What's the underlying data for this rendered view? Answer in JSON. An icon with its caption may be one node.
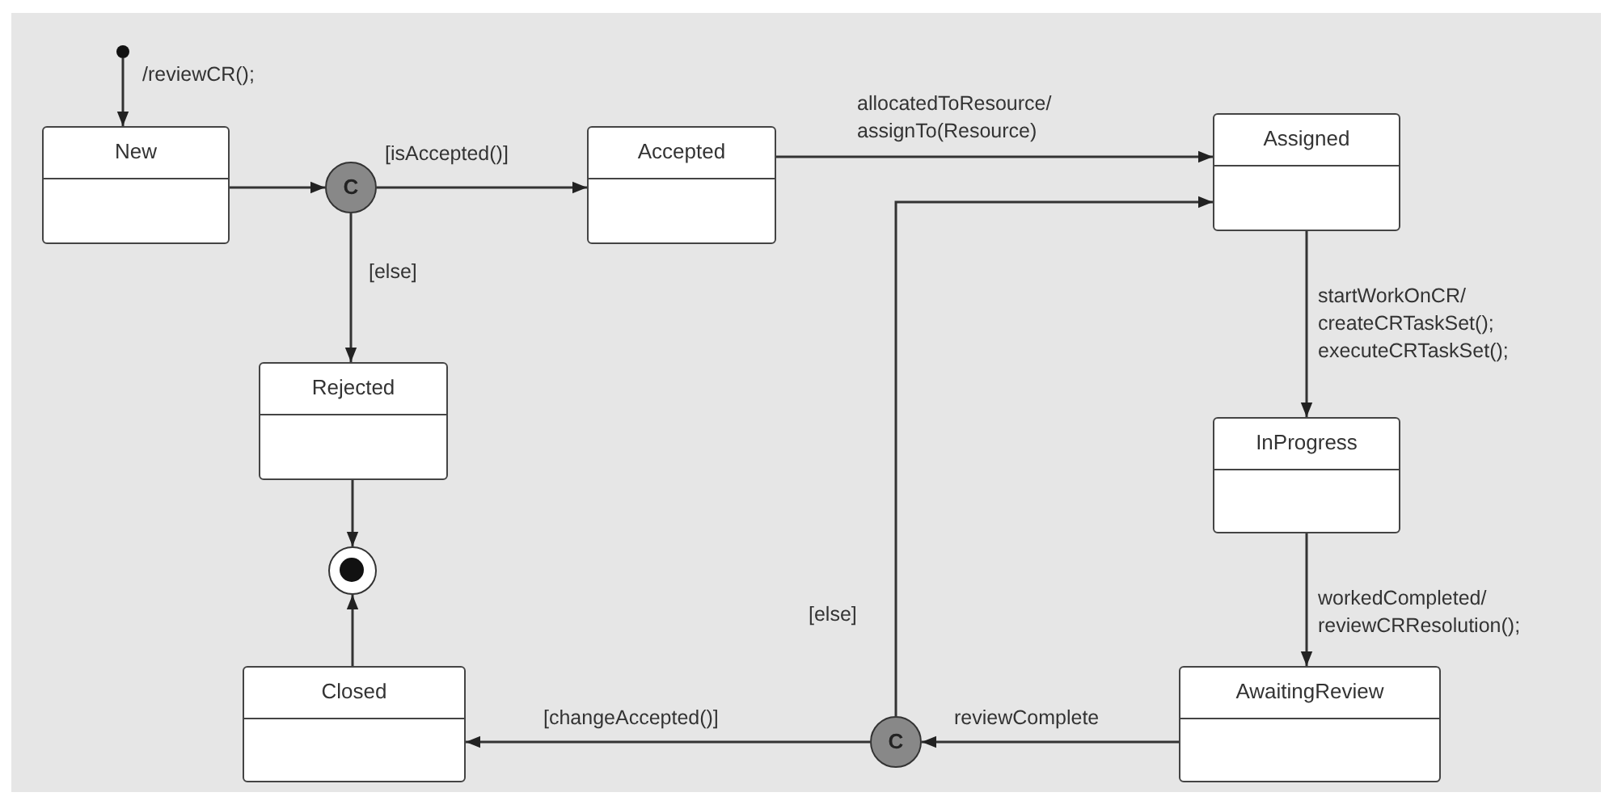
{
  "diagram": {
    "nodes": [
      {
        "text": [],
        "shape": "circle"
      },
      {
        "text": [
          "New"
        ]
      },
      {
        "text": [
          "C"
        ]
      },
      {
        "text": [
          "Accepted"
        ]
      },
      {
        "text": [
          "Assigned"
        ]
      },
      {
        "text": [
          "Rejected"
        ]
      },
      {
        "text": [
          "InProgress"
        ]
      },
      {
        "text": [],
        "shape": "circle"
      },
      {
        "text": [
          "Closed"
        ]
      },
      {
        "text": [
          "C"
        ]
      },
      {
        "text": [
          "AwaitingReview"
        ]
      }
    ],
    "edges": [
      {
        "from": 0,
        "to": 1,
        "arrow": "to",
        "label": "/reviewCR();"
      },
      {
        "from": 1,
        "to": 2,
        "arrow": "to"
      },
      {
        "from": 2,
        "to": 3,
        "arrow": "to",
        "label": "[isAccepted()]"
      },
      {
        "from": 2,
        "to": 5,
        "arrow": "to",
        "label": "[else]"
      },
      {
        "from": 3,
        "to": 4,
        "arrow": "to",
        "label": "allocatedToResource/ assignTo(Resource)"
      },
      {
        "from": 4,
        "to": 6,
        "arrow": "to",
        "label": "startWorkOnCR/ createCRTaskSet(); executeCRTaskSet();"
      },
      {
        "from": 5,
        "to": 7,
        "arrow": "to"
      },
      {
        "from": 8,
        "to": 7,
        "arrow": "to"
      },
      {
        "from": 6,
        "to": 10,
        "arrow": "to",
        "label": "workedCompleted/ reviewCRResolution();"
      },
      {
        "from": 10,
        "to": 9,
        "arrow": "to",
        "label": "reviewComplete"
      },
      {
        "from": 9,
        "to": 8,
        "arrow": "to",
        "label": "[changeAccepted()]"
      },
      {
        "from": 9,
        "to": 4,
        "arrow": "to",
        "label": "[else]"
      }
    ]
  }
}
